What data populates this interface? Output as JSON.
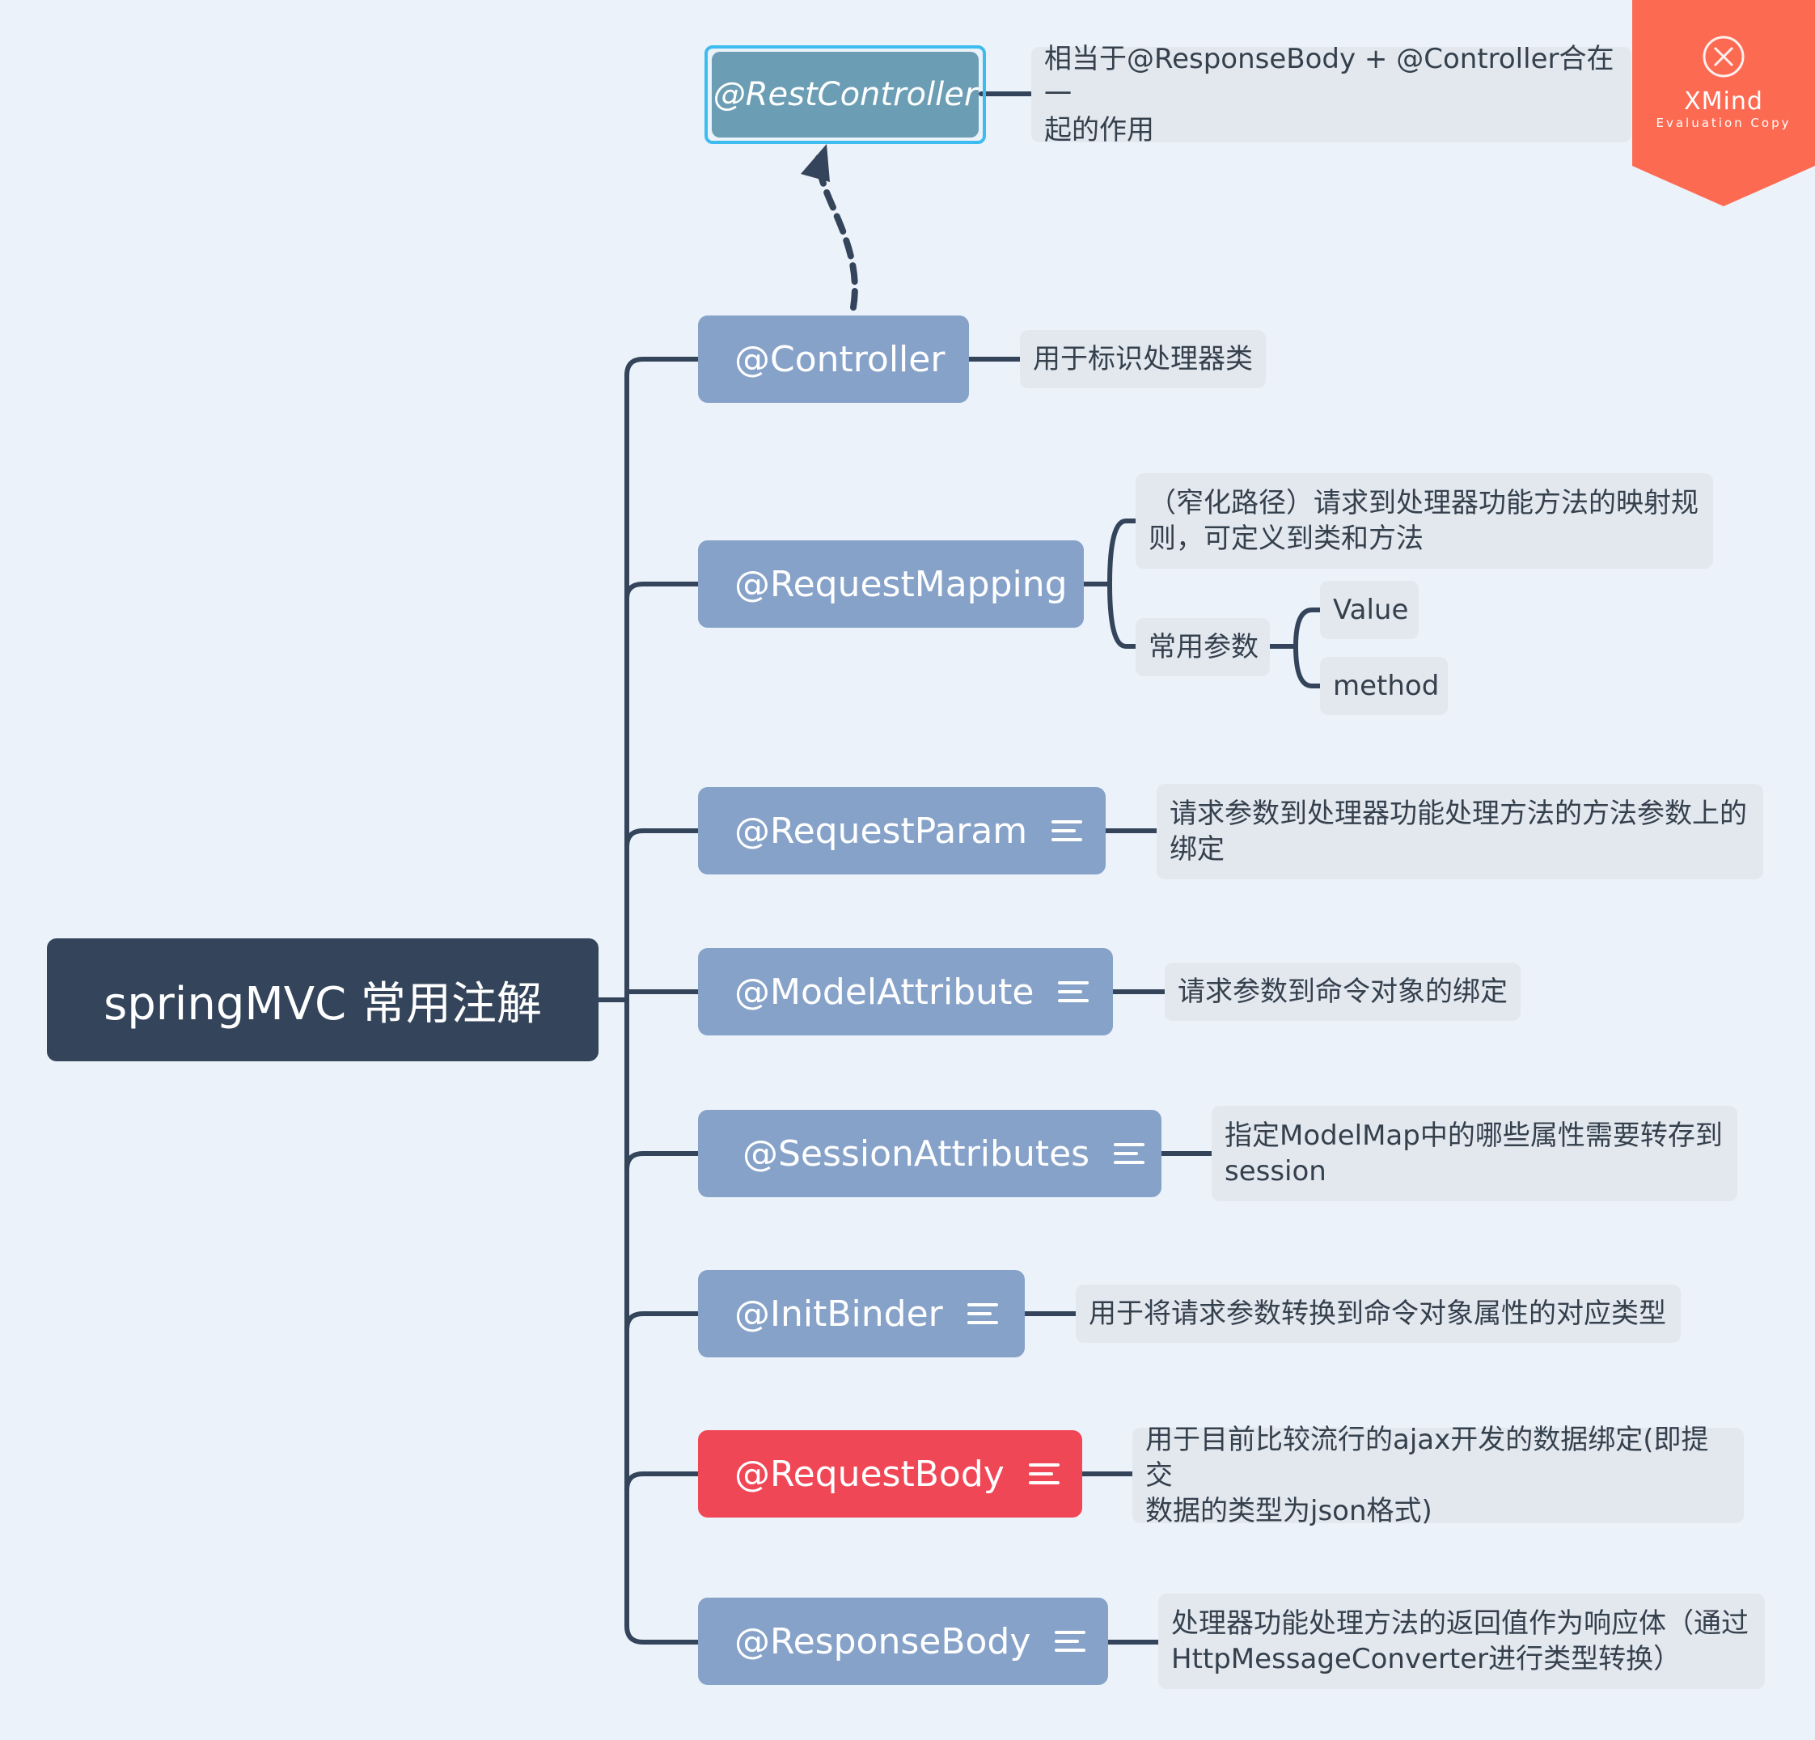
{
  "root": {
    "label": "springMVC 常用注解"
  },
  "rest_controller": {
    "label": "@RestController",
    "note_lines": [
      "相当于@ResponseBody + @Controller合在一",
      "起的作用"
    ]
  },
  "topics": [
    {
      "label": "@Controller",
      "note_lines": [
        "用于标识处理器类"
      ]
    },
    {
      "label": "@RequestMapping",
      "note_lines": [
        "（窄化路径）请求到处理器功能方法的映射规",
        "则，可定义到类和方法"
      ],
      "param_label": "常用参数",
      "params": [
        "Value",
        "method"
      ]
    },
    {
      "label": "@RequestParam",
      "note_lines": [
        "请求参数到处理器功能处理方法的方法参数上的",
        "绑定"
      ]
    },
    {
      "label": "@ModelAttribute",
      "note_lines": [
        "请求参数到命令对象的绑定"
      ]
    },
    {
      "label": "@SessionAttributes",
      "note_lines": [
        "指定ModelMap中的哪些属性需要转存到",
        "session"
      ]
    },
    {
      "label": "@InitBinder",
      "note_lines": [
        "用于将请求参数转换到命令对象属性的对应类型"
      ]
    },
    {
      "label": "@RequestBody",
      "highlight": "#f04756",
      "note_lines": [
        "用于目前比较流行的ajax开发的数据绑定(即提交",
        "数据的类型为json格式)"
      ]
    },
    {
      "label": "@ResponseBody",
      "note_lines": [
        "处理器功能处理方法的返回值作为响应体（通过",
        "HttpMessageConverter进行类型转换）"
      ]
    }
  ],
  "watermark": {
    "brand": "XMind",
    "subtitle": "Evaluation Copy",
    "color": "#fd6a52"
  },
  "colors": {
    "root": "#34455b",
    "topic": "#86a2c9",
    "rest": "#6b9eb4",
    "note": "#e3e8ef",
    "line": "#34455b"
  }
}
